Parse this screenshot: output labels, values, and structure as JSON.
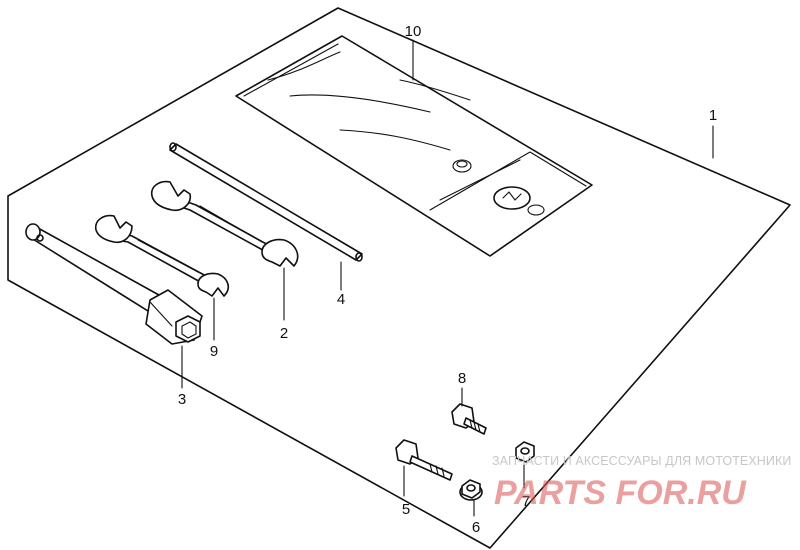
{
  "diagram": {
    "callouts": [
      {
        "id": "c1",
        "label": "1"
      },
      {
        "id": "c2",
        "label": "2"
      },
      {
        "id": "c3",
        "label": "3"
      },
      {
        "id": "c4",
        "label": "4"
      },
      {
        "id": "c5",
        "label": "5"
      },
      {
        "id": "c6",
        "label": "6"
      },
      {
        "id": "c7",
        "label": "7"
      },
      {
        "id": "c8",
        "label": "8"
      },
      {
        "id": "c9",
        "label": "9"
      },
      {
        "id": "c10",
        "label": "10"
      }
    ]
  },
  "watermark": {
    "caption": "ЗАПЧАСТИ И АКСЕССУАРЫ ДЛЯ МОТОТЕХНИКИ",
    "logo_text": "PARTS FOR.RU",
    "logo_color": "#d9534f"
  }
}
